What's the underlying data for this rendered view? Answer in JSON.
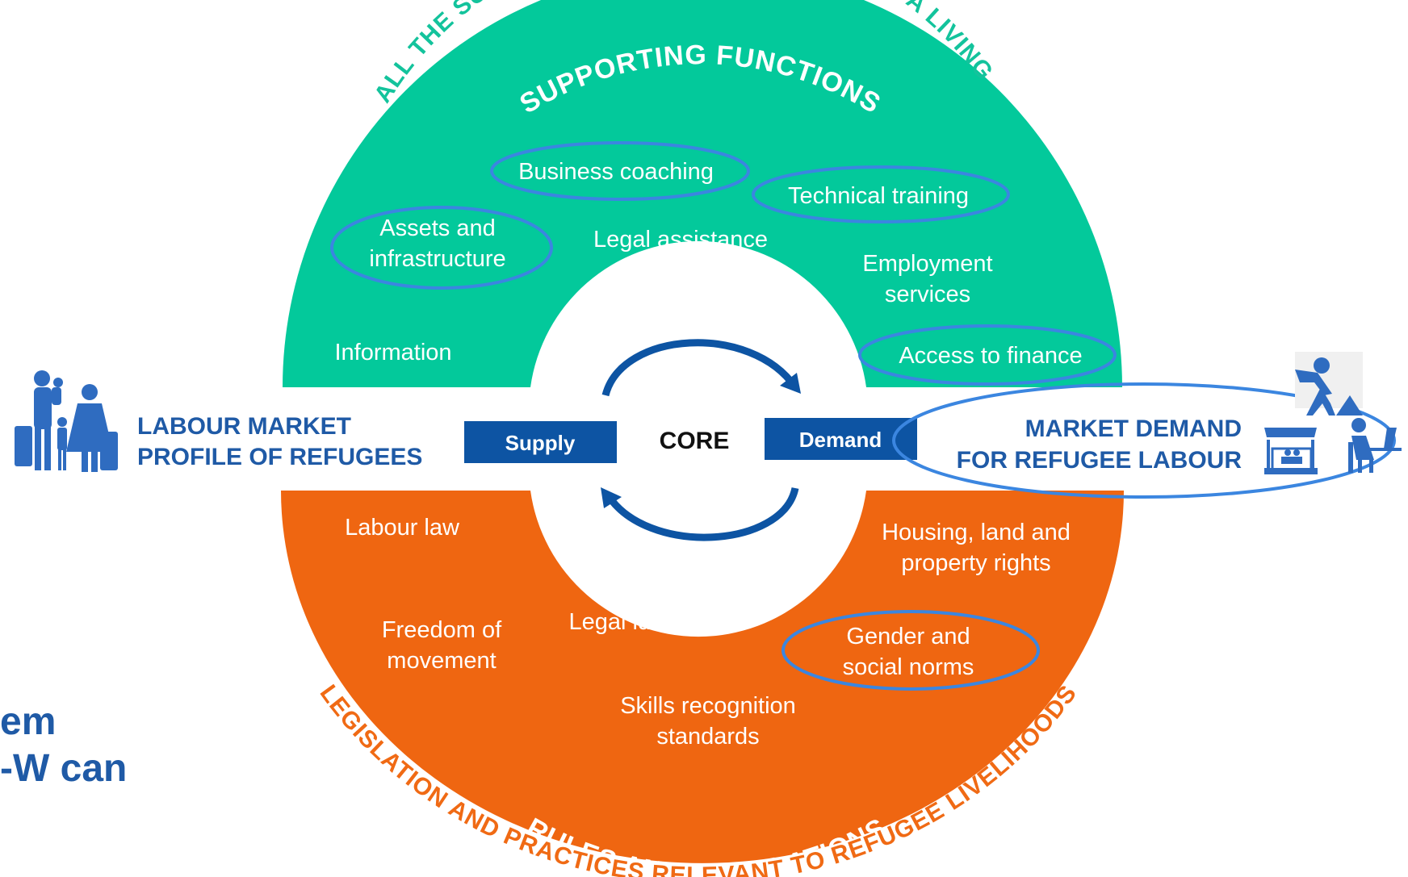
{
  "colors": {
    "supporting": "#03c99b",
    "rules": "#ef6611",
    "core_box": "#0d54a3",
    "highlight": "#3b86e0",
    "side_text": "#1f5aa6"
  },
  "top_arc_text": "ALL THE SUPPORT REFUGEES NEED TO MAKE A LIVING",
  "supporting_title": "SUPPORTING FUNCTIONS",
  "supporting_items": {
    "business_coaching": "Business coaching",
    "technical_training": "Technical training",
    "assets_line1": "Assets and",
    "assets_line2": "infrastructure",
    "legal_assistance": "Legal assistance",
    "employment_line1": "Employment",
    "employment_line2": "services",
    "information": "Information",
    "access_to_finance": "Access to finance"
  },
  "core": {
    "supply": "Supply",
    "core": "CORE",
    "demand": "Demand"
  },
  "left_label_line1": "LABOUR MARKET",
  "left_label_line2": "PROFILE OF REFUGEES",
  "right_label_line1": "MARKET DEMAND",
  "right_label_line2": "FOR REFUGEE LABOUR",
  "rules_items": {
    "labour_law": "Labour law",
    "housing_line1": "Housing, land and",
    "housing_line2": "property rights",
    "freedom_line1": "Freedom of",
    "freedom_line2": "movement",
    "legal_identity": "Legal identity",
    "gender_line1": "Gender and",
    "gender_line2": "social norms",
    "skills_line1": "Skills recognition",
    "skills_line2": "standards"
  },
  "rules_title": "RULES AND REGULATIONS",
  "bottom_arc_text": "LEGISLATION AND PRACTICES RELEVANT TO REFUGEE LIVELIHOODS",
  "cut_text_line1": "em",
  "cut_text_line2": "-W can",
  "icons": [
    "refugee-family-icon",
    "construction-worker-icon",
    "market-stall-icon",
    "office-worker-icon"
  ]
}
